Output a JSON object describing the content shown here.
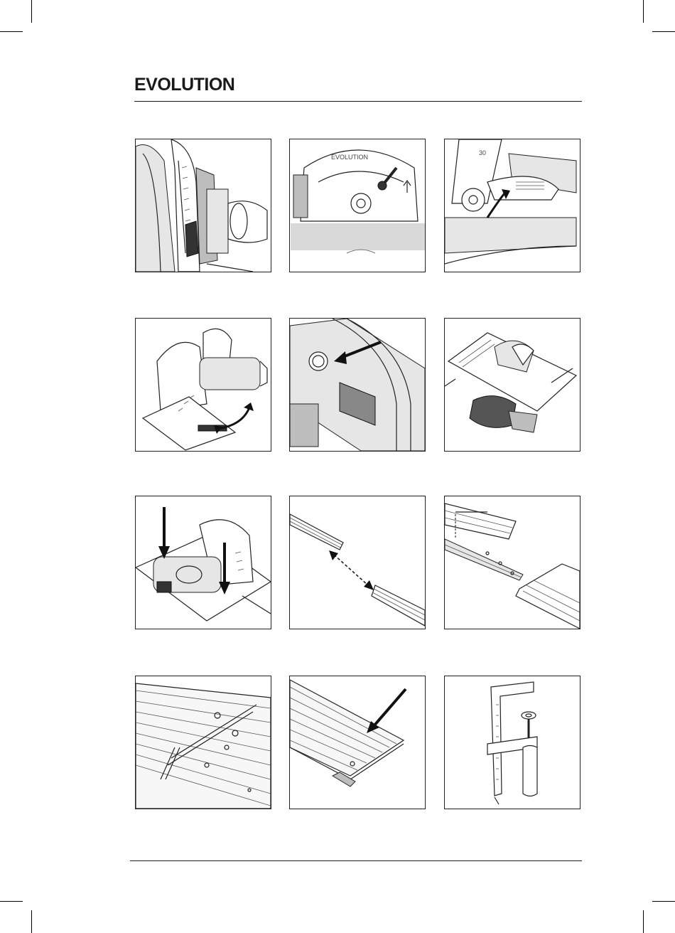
{
  "header": {
    "brand": "EVOLUTION"
  },
  "figures": [
    {
      "id": "saw-bevel-scale",
      "panel_text": ""
    },
    {
      "id": "blade-guard-front",
      "panel_text": "EVOLUTION"
    },
    {
      "id": "bevel-lock-lever",
      "panel_text": "30"
    },
    {
      "id": "saw-tilt-base",
      "panel_text": ""
    },
    {
      "id": "spindle-lock-button",
      "panel_text": ""
    },
    {
      "id": "saw-on-rail",
      "panel_text": ""
    },
    {
      "id": "saw-press-down",
      "panel_text": ""
    },
    {
      "id": "rails-align",
      "panel_text": ""
    },
    {
      "id": "rails-connector",
      "panel_text": ""
    },
    {
      "id": "rails-joined",
      "panel_text": ""
    },
    {
      "id": "rail-edge-strip",
      "panel_text": ""
    },
    {
      "id": "rail-clamp",
      "panel_text": ""
    }
  ],
  "colors": {
    "line": "#222222",
    "panel_border": "#222222",
    "grey_band": "#d9d9d9"
  }
}
